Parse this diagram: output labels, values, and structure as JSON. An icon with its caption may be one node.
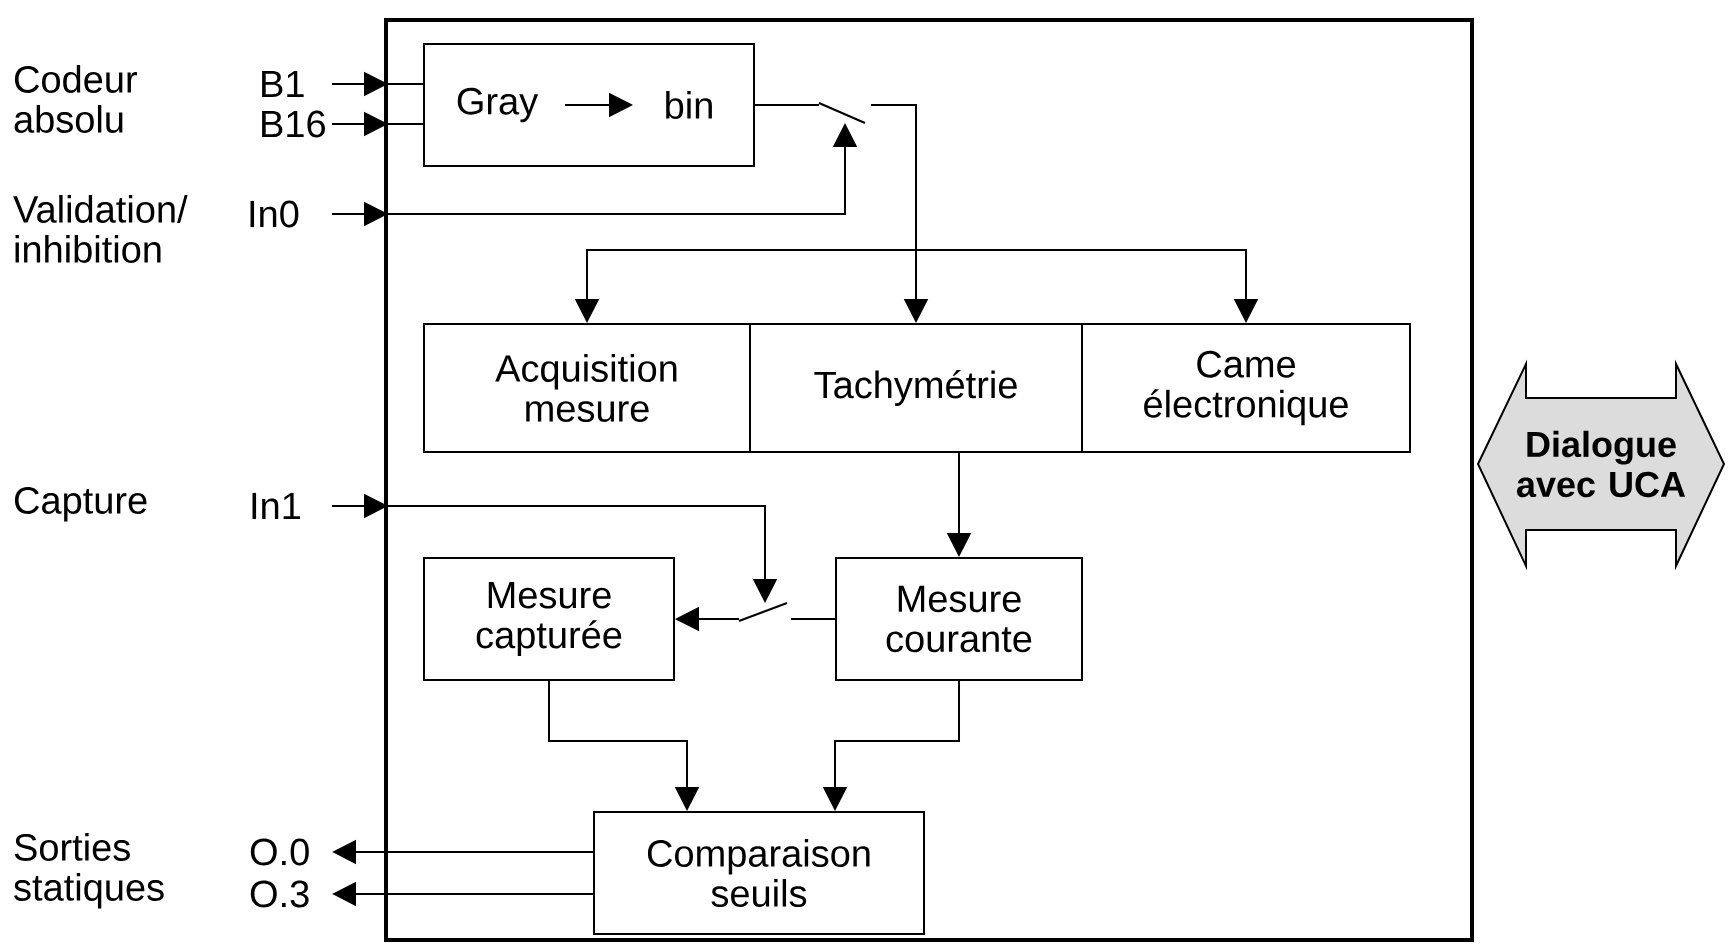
{
  "diagram": {
    "nodes": [
      {
        "text": [],
        "shape": "box"
      },
      {
        "text": [
          "Gray",
          "bin"
        ],
        "in": 0
      },
      {
        "text": [
          "Acquisition mesure"
        ],
        "in": 0
      },
      {
        "text": [
          "Tachymétrie"
        ],
        "in": 0
      },
      {
        "text": [
          "Came électronique"
        ],
        "in": 0
      },
      {
        "text": [
          "Mesure capturée"
        ],
        "in": 0
      },
      {
        "text": [
          "Mesure courante"
        ],
        "in": 0
      },
      {
        "text": [
          "Comparaison seuils"
        ],
        "in": 0
      },
      {
        "text": [
          "Dialogue avec UCA"
        ]
      },
      {
        "text": [
          "B1"
        ]
      },
      {
        "text": [
          "B16"
        ]
      },
      {
        "text": [
          "In0"
        ]
      },
      {
        "text": [
          "In1"
        ]
      },
      {
        "text": [
          "O.0"
        ]
      },
      {
        "text": [
          "O.3"
        ]
      },
      {
        "text": [],
        "shape": "switch",
        "in": 0
      },
      {
        "text": [],
        "shape": "switch",
        "in": 0
      }
    ],
    "edges": [
      {
        "from": 9,
        "to": 1,
        "arrow": "to"
      },
      {
        "from": 10,
        "to": 1,
        "arrow": "to"
      },
      {
        "from": 1,
        "to": 15,
        "arrow": "none"
      },
      {
        "from": 15,
        "to": 2,
        "arrow": "to"
      },
      {
        "from": 15,
        "to": 3,
        "arrow": "to"
      },
      {
        "from": 15,
        "to": 4,
        "arrow": "to"
      },
      {
        "from": 11,
        "to": 15,
        "arrow": "to"
      },
      {
        "from": 12,
        "to": 16,
        "arrow": "to"
      },
      {
        "from": 3,
        "to": 6,
        "arrow": "to"
      },
      {
        "from": 6,
        "to": 16,
        "arrow": "none"
      },
      {
        "from": 16,
        "to": 5,
        "arrow": "to"
      },
      {
        "from": 5,
        "to": 7,
        "arrow": "to"
      },
      {
        "from": 6,
        "to": 7,
        "arrow": "to"
      },
      {
        "from": 7,
        "to": 13,
        "arrow": "to"
      },
      {
        "from": 7,
        "to": 14,
        "arrow": "to"
      }
    ],
    "labels": [
      "Codeur absolu",
      "Validation/ inhibition",
      "Capture",
      "Sorties statiques"
    ]
  }
}
